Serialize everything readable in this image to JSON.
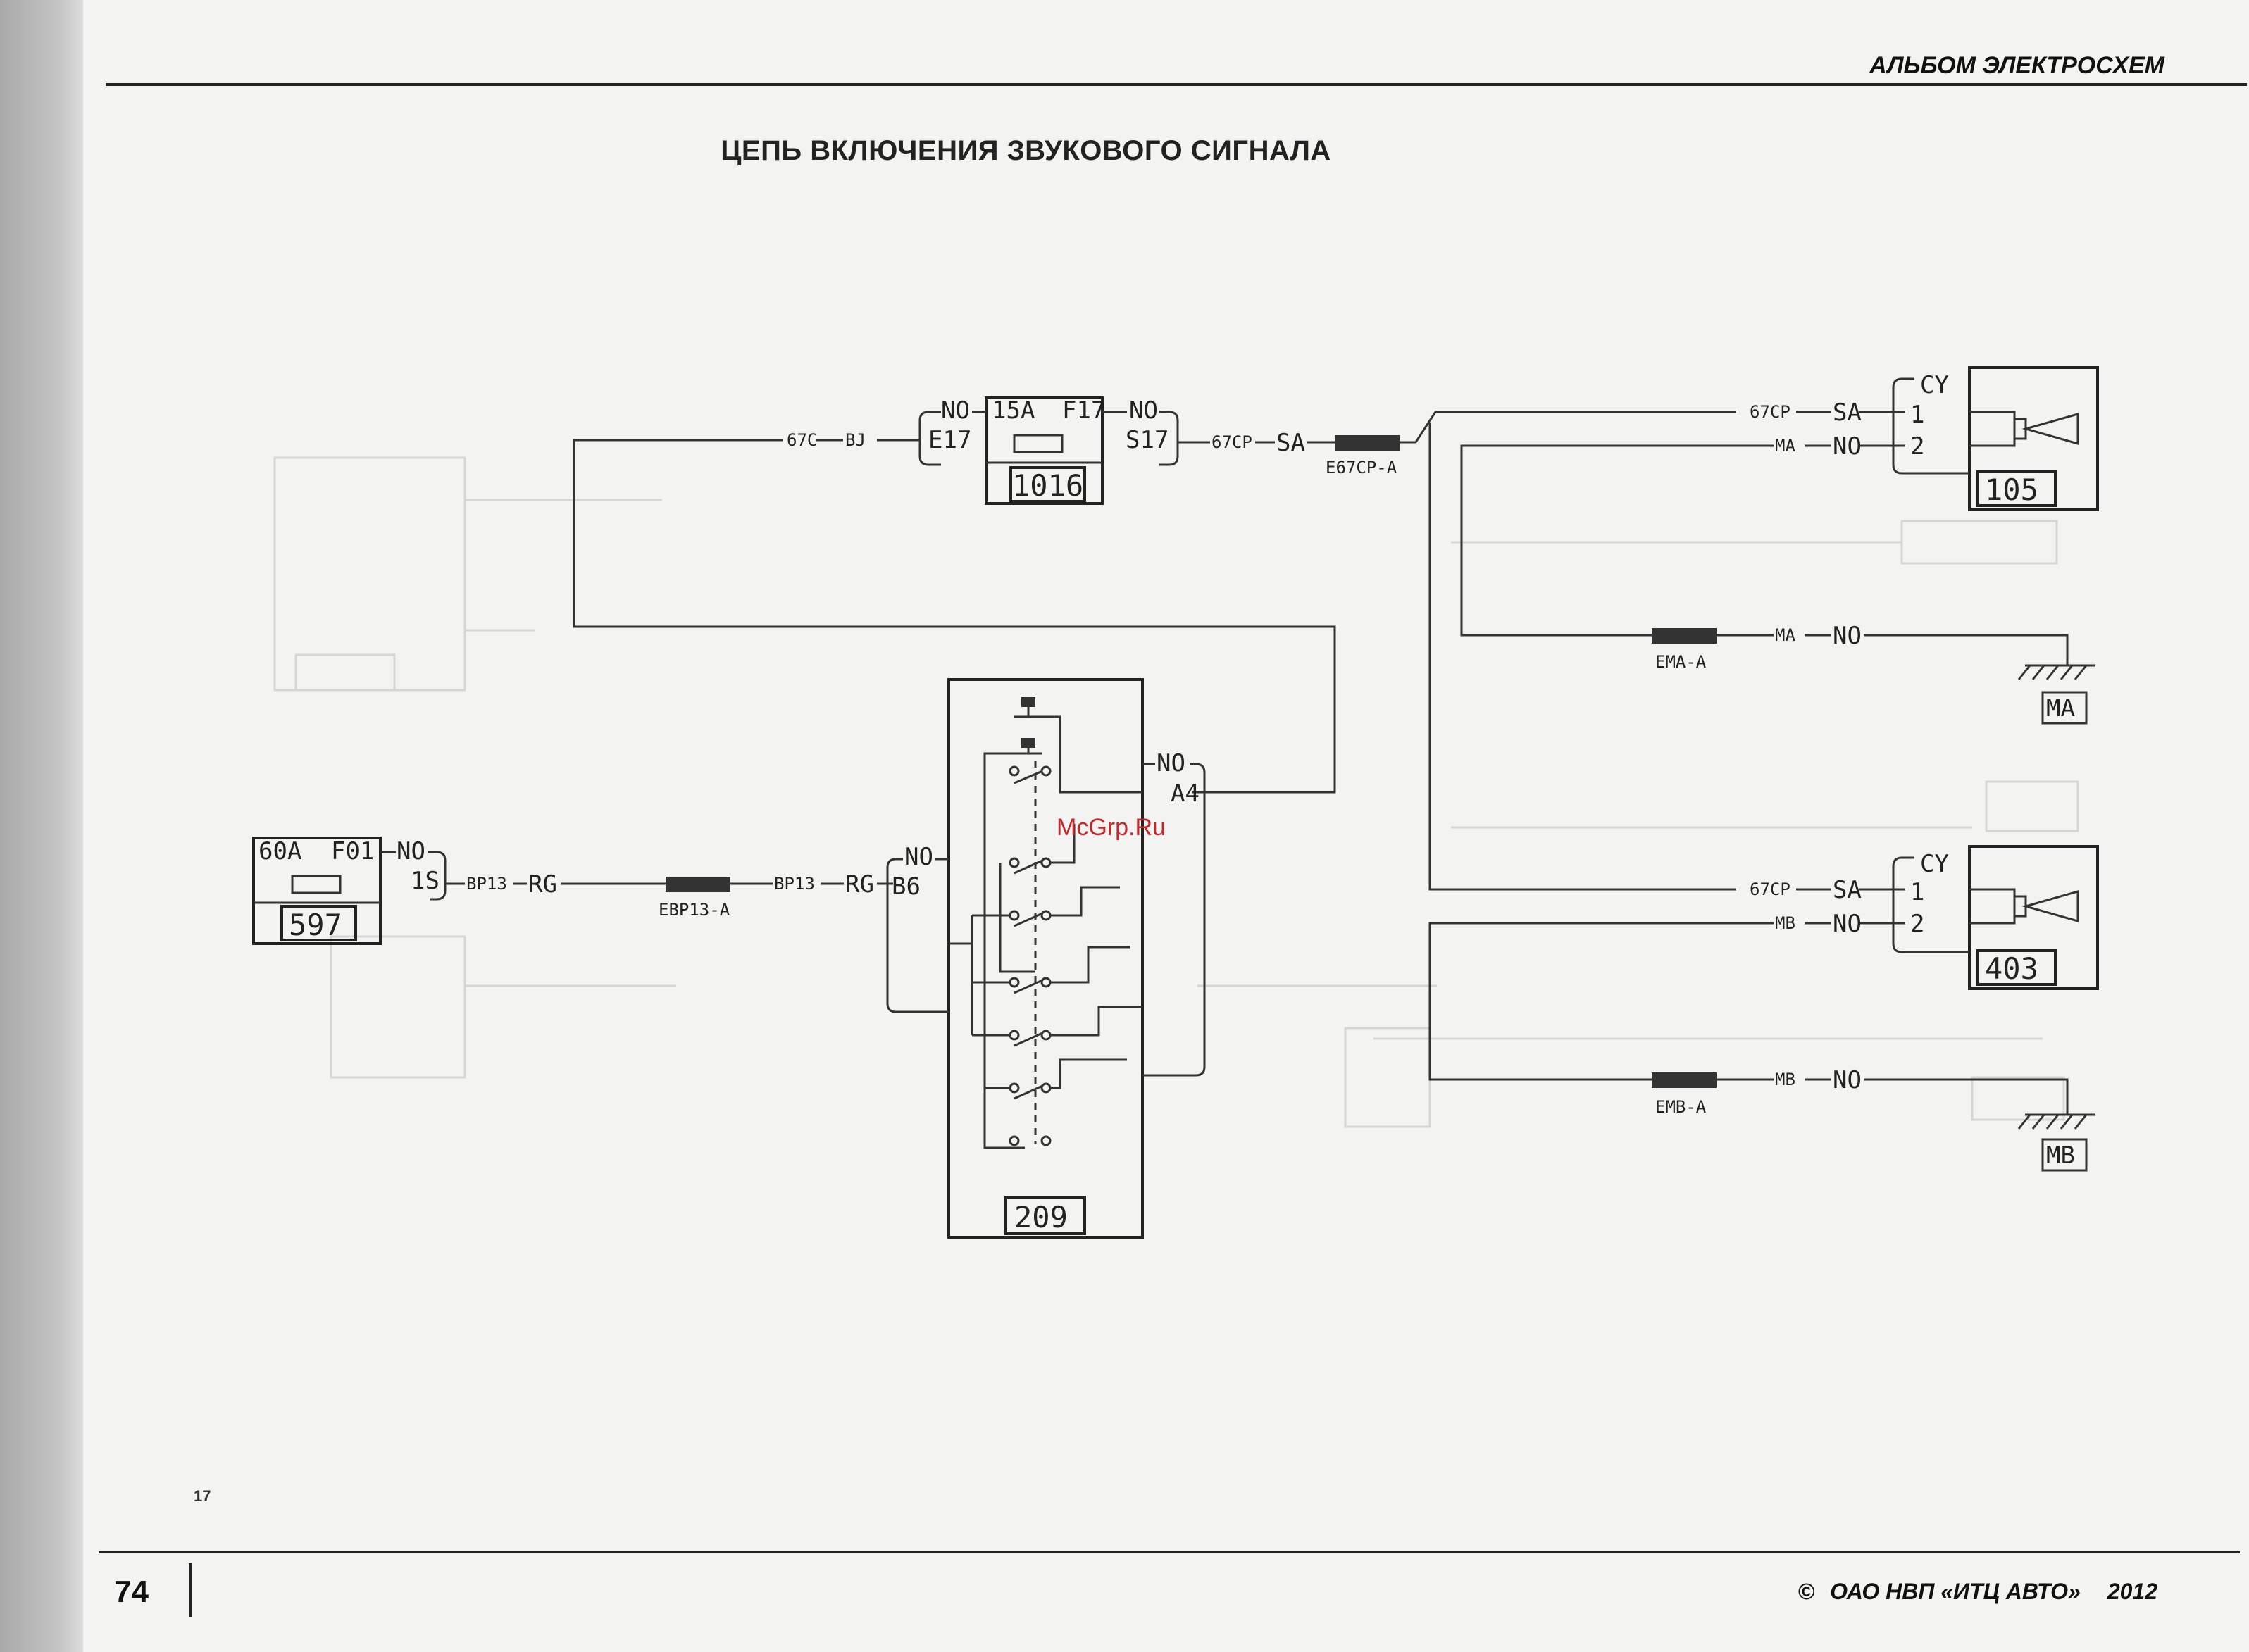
{
  "header": {
    "album_title": "АЛЬБОМ ЭЛЕКТРОСХЕМ",
    "page_title": "ЦЕПЬ ВКЛЮЧЕНИЯ ЗВУКОВОГО СИГНАЛА"
  },
  "footer": {
    "page_number": "74",
    "reference_number": "17",
    "copyright_symbol": "©",
    "copyright_org": "ОАО НВП «ИТЦ АВТО»",
    "copyright_year": "2012"
  },
  "watermark": "McGrp.Ru",
  "components": {
    "fuse_597": {
      "rating": "60A",
      "id": "F01",
      "number": "597",
      "pin_no": "NO",
      "pin": "1S"
    },
    "fuse_1016": {
      "rating": "15A",
      "id": "F17",
      "number": "1016",
      "pin_in_no": "NO",
      "pin_in": "E17",
      "pin_out_no": "NO",
      "pin_out": "S17"
    },
    "switch_209": {
      "number": "209",
      "pin_top_no": "NO",
      "pin_top": "A4",
      "pin_left_no": "NO",
      "pin_left": "B6"
    },
    "horn_105": {
      "number": "105",
      "connector": "CY",
      "pin1": "1",
      "pin2": "2"
    },
    "horn_403": {
      "number": "403",
      "connector": "CY",
      "pin1": "1",
      "pin2": "2"
    },
    "ground_ma": {
      "label": "MA"
    },
    "ground_mb": {
      "label": "MB"
    }
  },
  "wires": {
    "w67c": "67C",
    "wbj": "BJ",
    "w67cp_a": "67CP",
    "wsa_a": "SA",
    "splice_e67cp": "E67CP-A",
    "w67cp_105": "67CP",
    "wsa_105": "SA",
    "wma_105": "MA",
    "wno_105": "NO",
    "splice_ema": "EMA-A",
    "wma_g": "MA",
    "wno_g": "NO",
    "w67cp_403": "67CP",
    "wsa_403": "SA",
    "wmb_403": "MB",
    "wno_403": "NO",
    "splice_emb": "EMB-A",
    "wmb_g": "MB",
    "wno_mb": "NO",
    "wbp13_l": "BP13",
    "wrg_l": "RG",
    "splice_ebp13": "EBP13-A",
    "wbp13_r": "BP13",
    "wrg_r": "RG"
  }
}
